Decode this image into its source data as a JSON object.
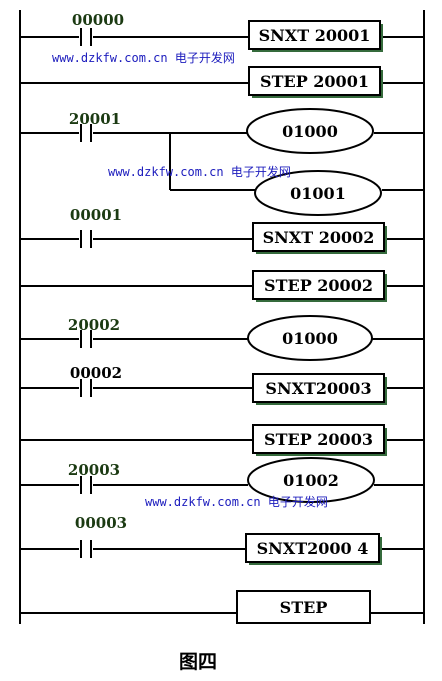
{
  "watermarks": [
    "www.dzkfw.com.cn 电子开发网",
    "www.dzkfw.com.cn 电子开发网",
    "www.dzkfw.com.cn 电子开发网"
  ],
  "caption": "图四",
  "colors": {
    "line": "#000000",
    "box_shadow": "#356b3c",
    "contact_label": "#1b3a12",
    "watermark": "#1c1cbd"
  },
  "rungs": [
    {
      "contact": "00000",
      "output_type": "box",
      "output": "SNXT 20001"
    },
    {
      "contact": "",
      "output_type": "box",
      "output": "STEP 20001"
    },
    {
      "contact": "20001",
      "output_type": "coil",
      "output": "01000",
      "branch_output": "01001"
    },
    {
      "contact": "00001",
      "output_type": "box",
      "output": "SNXT 20002"
    },
    {
      "contact": "",
      "output_type": "box",
      "output": "STEP 20002"
    },
    {
      "contact": "20002",
      "output_type": "coil",
      "output": "01000"
    },
    {
      "contact": "00002",
      "output_type": "box",
      "output": "SNXT20003"
    },
    {
      "contact": "",
      "output_type": "box",
      "output": "STEP 20003"
    },
    {
      "contact": "20003",
      "output_type": "coil",
      "output": "01002"
    },
    {
      "contact": "00003",
      "output_type": "box",
      "output": "SNXT2000 4"
    },
    {
      "contact": "",
      "output_type": "box",
      "output": "STEP"
    }
  ]
}
